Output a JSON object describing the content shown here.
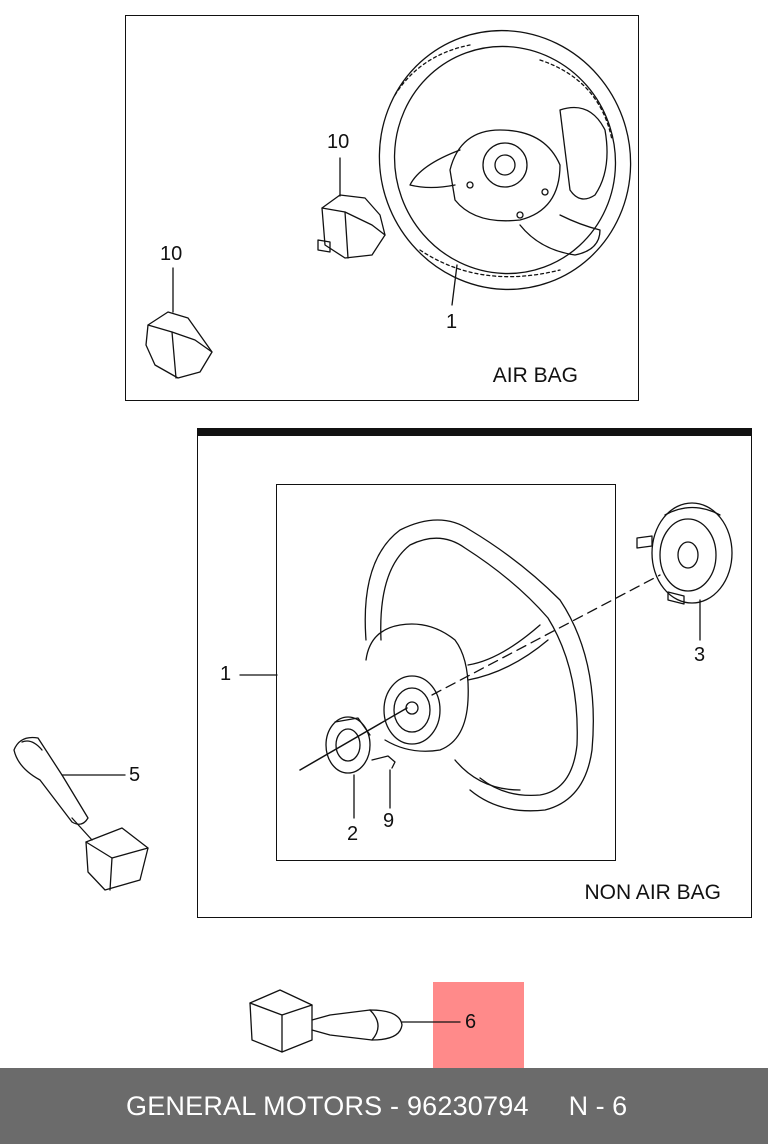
{
  "panels": {
    "airbag": {
      "label": "AIR BAG"
    },
    "non_airbag": {
      "label": "NON AIR BAG"
    }
  },
  "callouts": {
    "c10a": "10",
    "c10b": "10",
    "c1_airbag": "1",
    "c1_non": "1",
    "c2": "2",
    "c3": "3",
    "c5": "5",
    "c6": "6",
    "c9": "9"
  },
  "footer": {
    "text": "GENERAL MOTORS - 96230794",
    "page": "N - 6"
  },
  "colors": {
    "highlight": "#ff8a8a",
    "footer_bg": "#6b6b6b",
    "line": "#111111"
  }
}
